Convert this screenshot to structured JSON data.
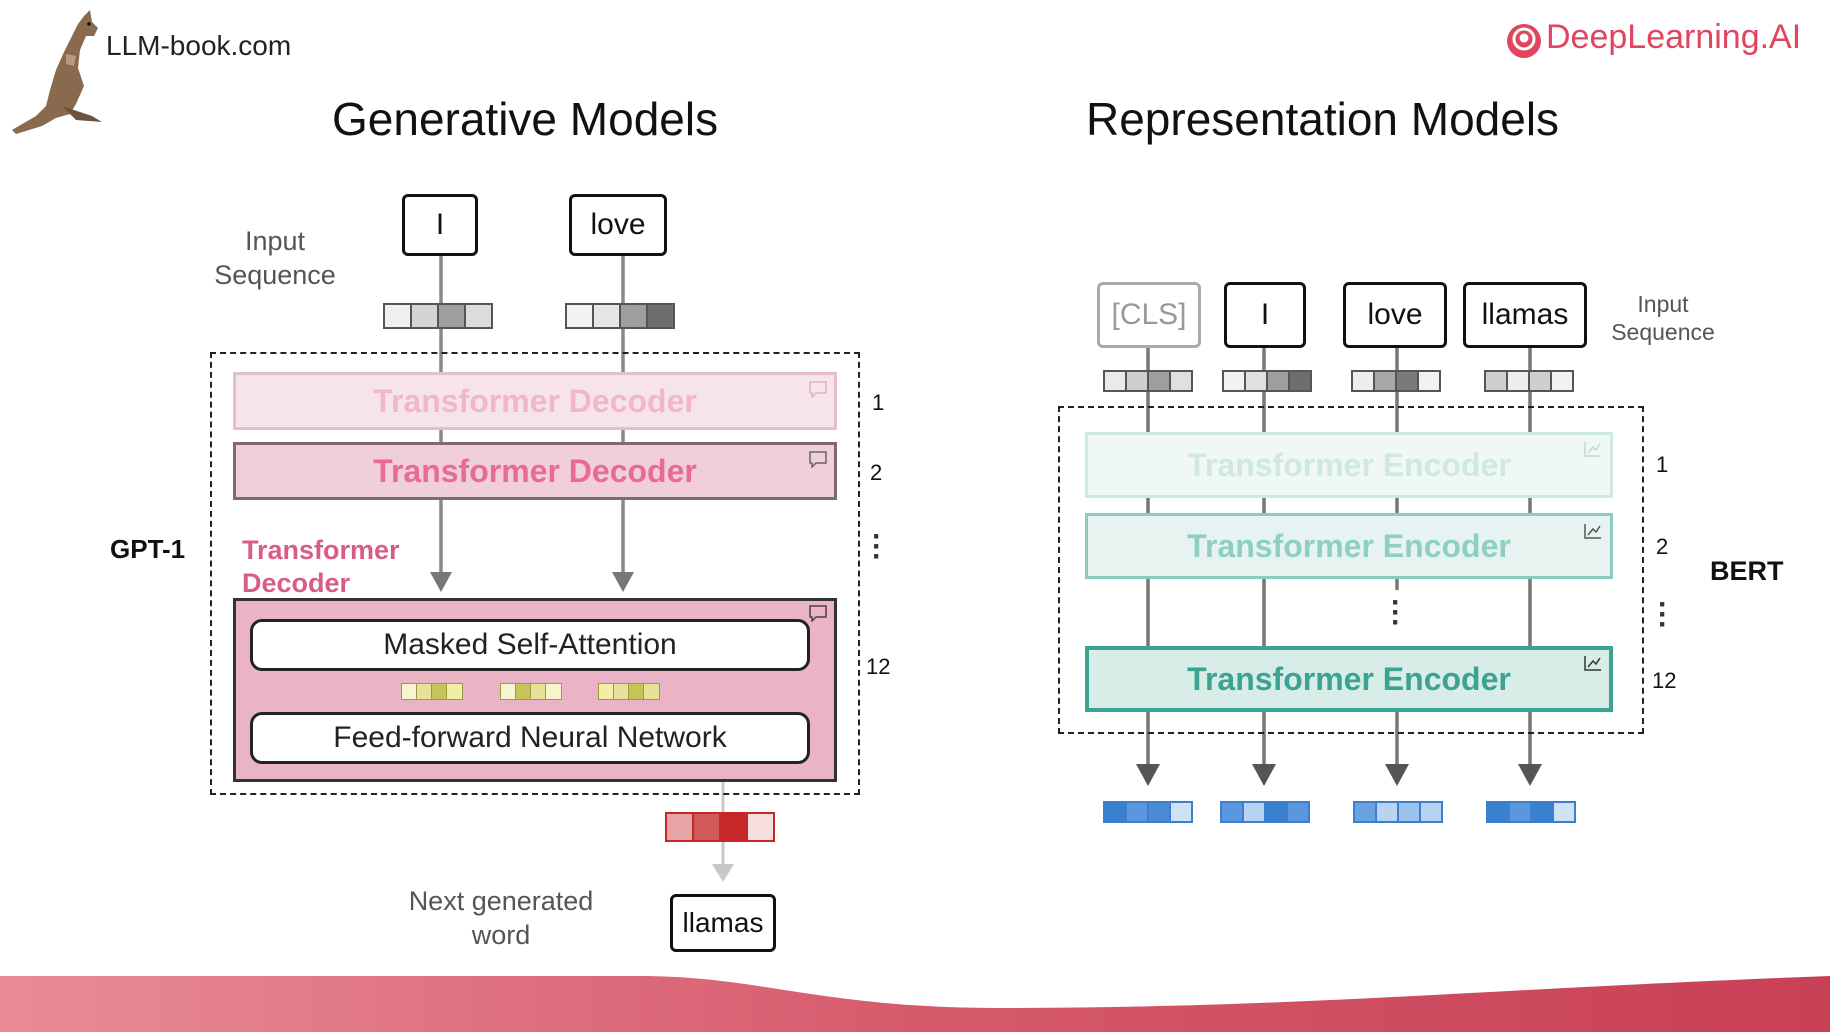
{
  "branding": {
    "site": "LLM-book.com",
    "logo_text": "DeepLearning.AI",
    "brand_color": "#e0455e",
    "footer_color": "#c84055"
  },
  "generative": {
    "heading": "Generative Models",
    "input_label": "Input\nSequence",
    "tokens": [
      "I",
      "love"
    ],
    "model_name": "GPT-1",
    "faded_layer": "Transformer Decoder",
    "second_layer": "Transformer Decoder",
    "block_caption": "Transformer\nDecoder",
    "attention_label": "Masked Self-Attention",
    "ffn_label": "Feed-forward Neural Network",
    "layer_numbers": [
      "1",
      "2",
      "12"
    ],
    "output_label": "Next generated\nword",
    "output_token": "llamas",
    "colors": {
      "decoder_pink": "#e86a95",
      "block_fill": "#eab3c6",
      "output_red": "#c62828"
    }
  },
  "representation": {
    "heading": "Representation Models",
    "input_label": "Input\nSequence",
    "tokens": [
      "[CLS]",
      "I",
      "love",
      "llamas"
    ],
    "model_name": "BERT",
    "layers": [
      "Transformer Encoder",
      "Transformer Encoder",
      "Transformer Encoder"
    ],
    "layer_numbers": [
      "1",
      "2",
      "12"
    ],
    "colors": {
      "encoder_teal": "#3aa394",
      "output_blue": "#3b7fd0"
    }
  }
}
